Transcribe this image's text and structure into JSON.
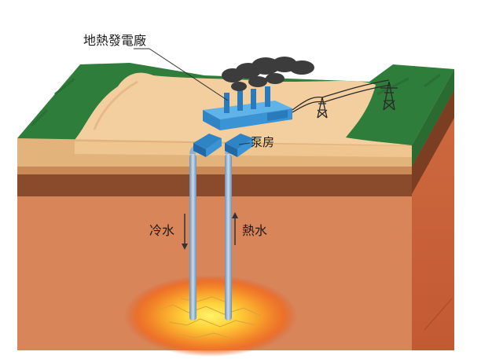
{
  "labels": {
    "power_plant": "地熱發電廠",
    "pump_house": "泵房",
    "cold_water": "冷水",
    "hot_water": "熱水"
  },
  "colors": {
    "grass": "#2e7d3a",
    "sand": "#f3cfa0",
    "topsoil": "#e2b47c",
    "dark_layer": "#8a4b2c",
    "deep_rock": "#d9855a",
    "side_face": "#c8623a",
    "plant_blue": "#4aa3df",
    "magma_core": "#ffd23a",
    "magma_outer": "#f26a1a"
  },
  "icons": [
    "smoke-cloud-icon",
    "transmission-tower-icon",
    "flow-arrow-down-icon",
    "flow-arrow-up-icon"
  ]
}
